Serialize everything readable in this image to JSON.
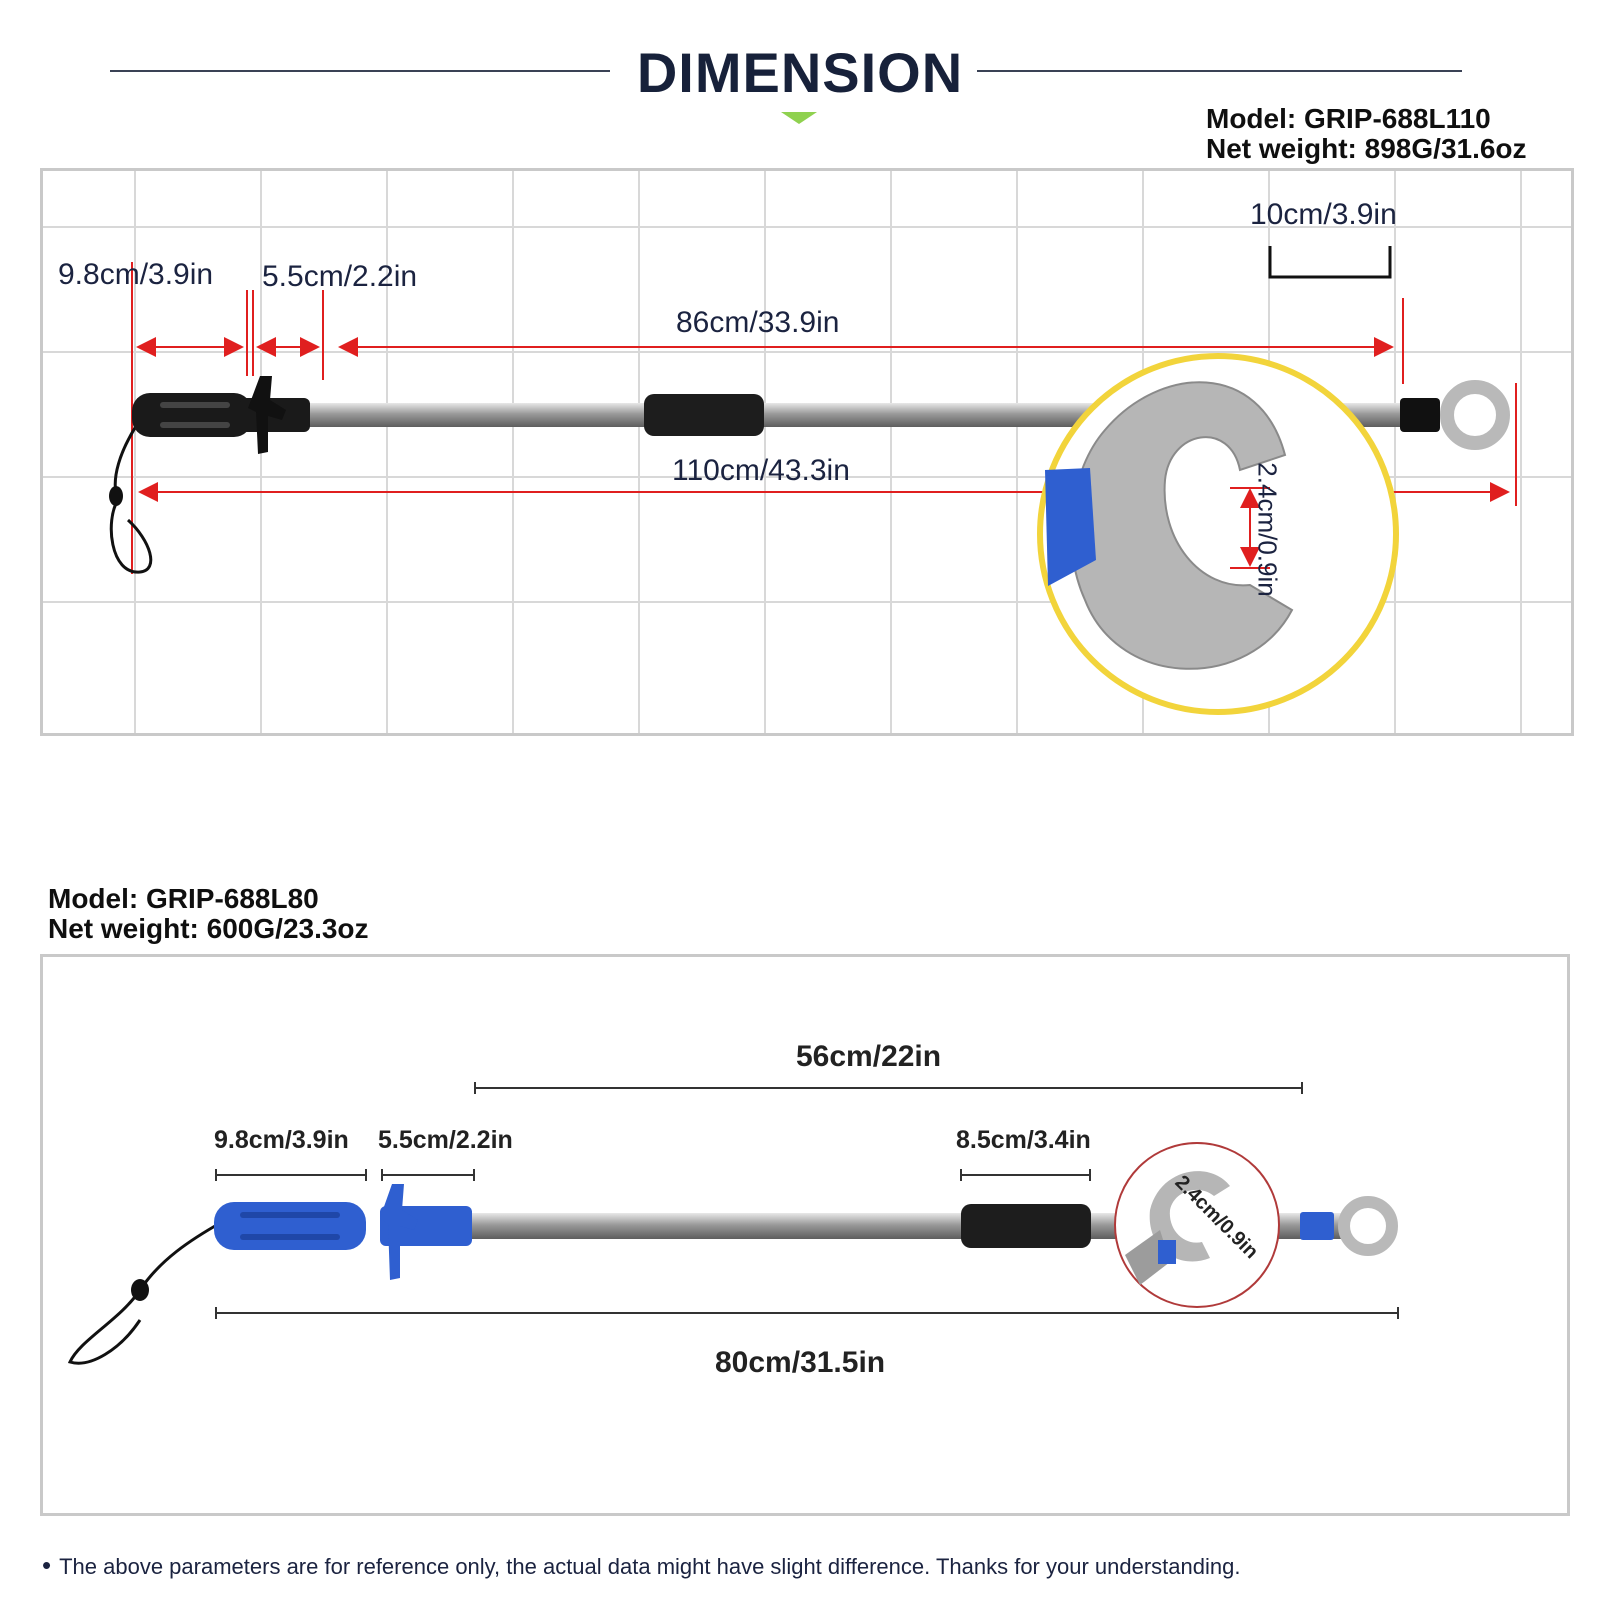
{
  "header": {
    "title": "DIMENSION"
  },
  "product_large": {
    "model": "Model: GRIP-688L110",
    "weight": "Net weight: 898G/31.6oz",
    "scale_label": "10cm/3.9in",
    "dims": {
      "handle": "9.8cm/3.9in",
      "guard": "5.5cm/2.2in",
      "shaft": "86cm/33.9in",
      "total": "110cm/43.3in",
      "jaw_opening": "2.4cm/0.9in"
    }
  },
  "product_small": {
    "model": "Model: GRIP-688L80",
    "weight": "Net weight: 600G/23.3oz",
    "dims": {
      "handle": "9.8cm/3.9in",
      "guard": "5.5cm/2.2in",
      "shaft": "56cm/22in",
      "foam": "8.5cm/3.4in",
      "total": "80cm/31.5in",
      "jaw_opening": "2.4cm/0.9in"
    }
  },
  "footer": {
    "note": "The above parameters are for reference only, the actual data might have slight difference. Thanks for your understanding."
  },
  "colors": {
    "accent_line": "#e01f1f",
    "handle_blue": "#2f5fd0",
    "handle_black": "#1a1a1a",
    "zoom_ring": "#f2d43b",
    "caret": "#8fd14f"
  }
}
